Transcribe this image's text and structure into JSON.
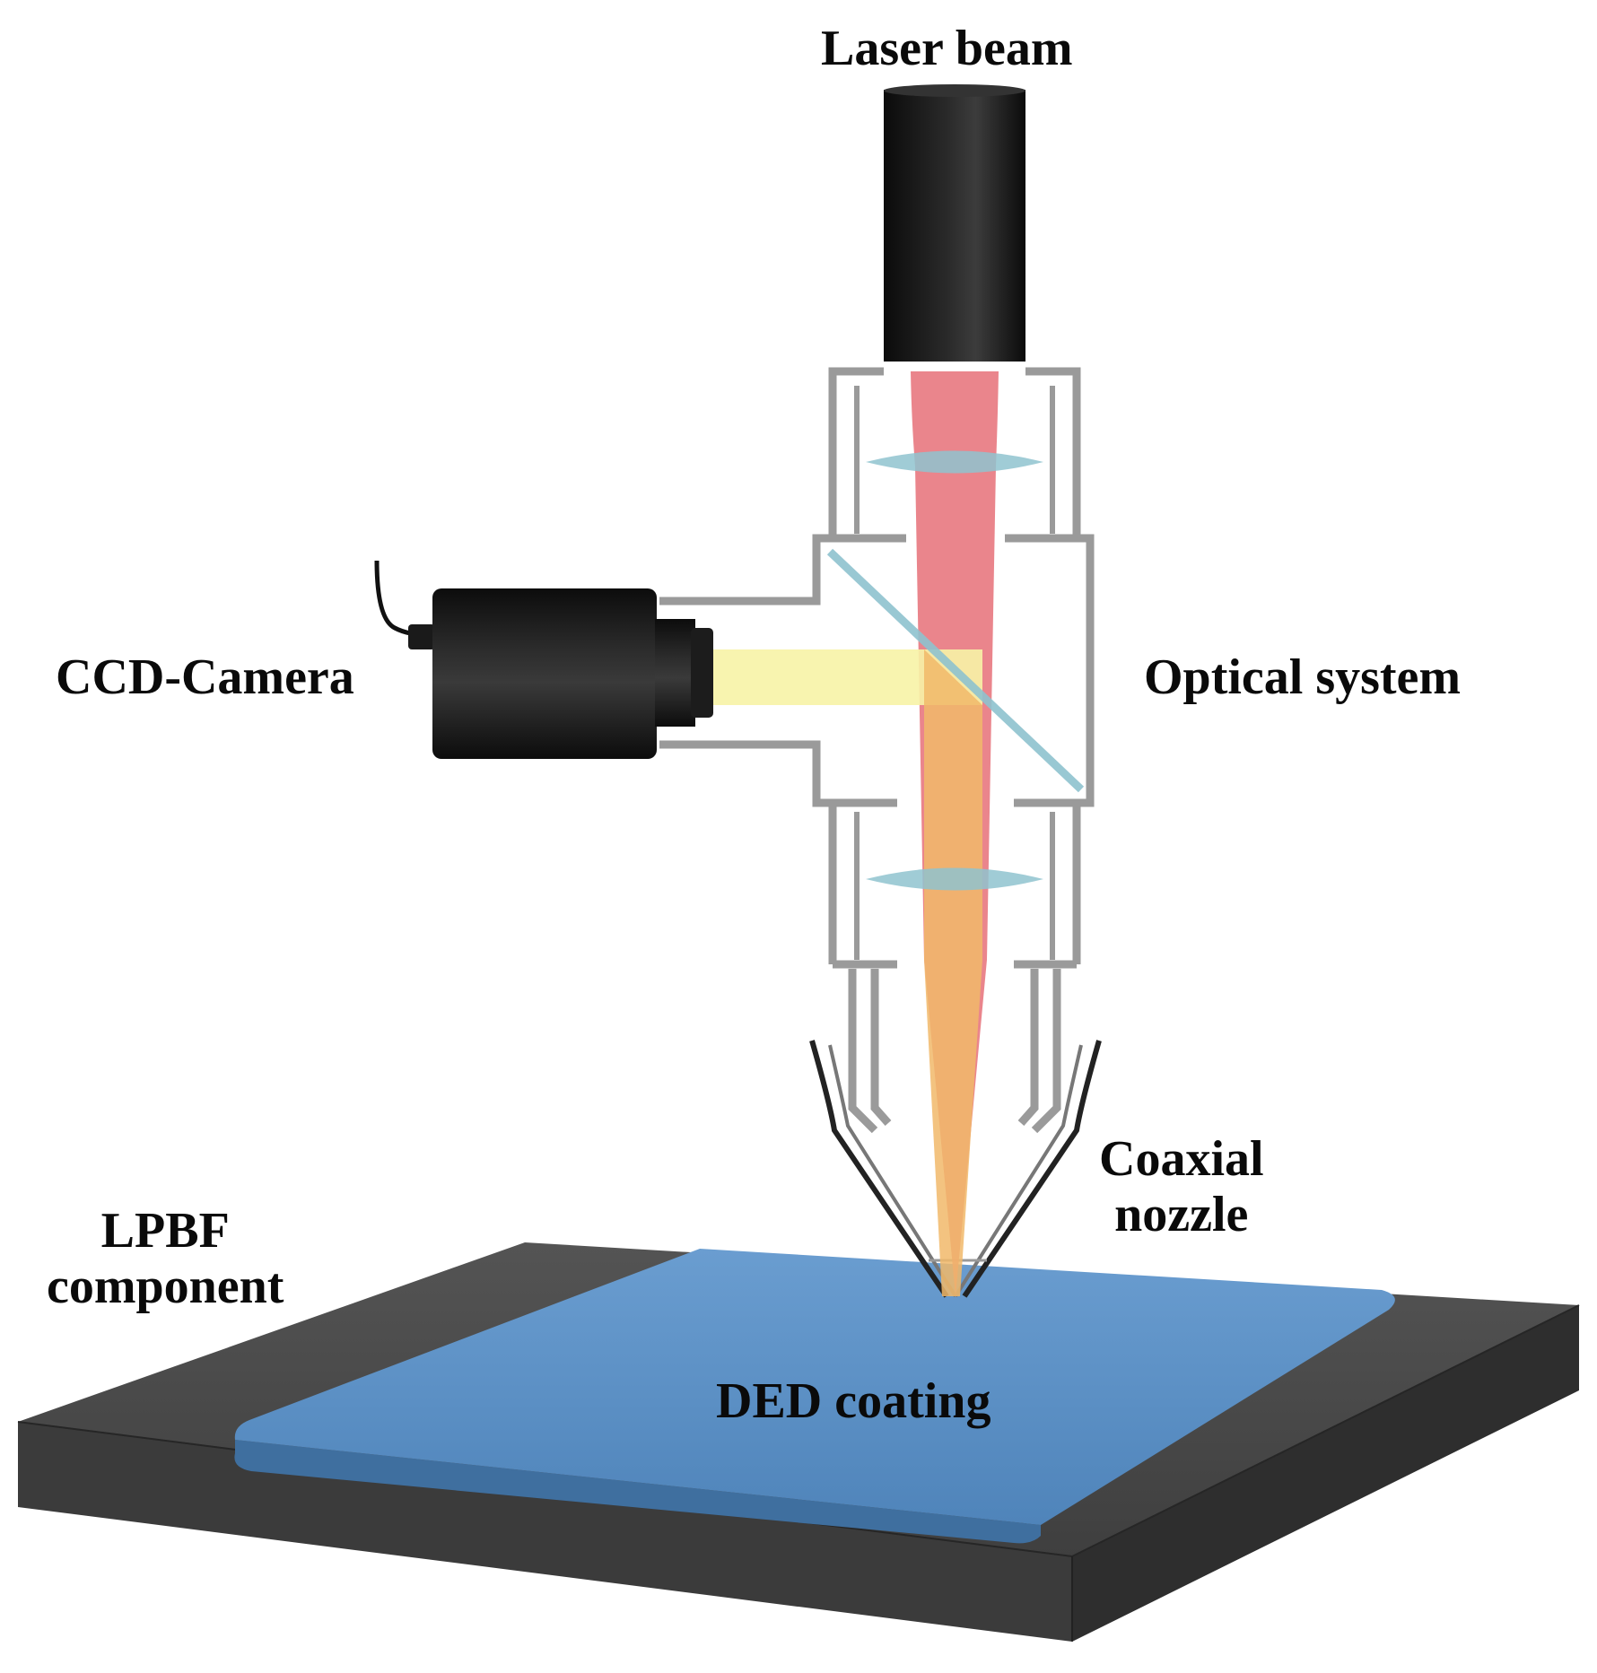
{
  "labels": {
    "laser_beam": "Laser beam",
    "ccd_camera": "CCD-Camera",
    "optical_system": "Optical system",
    "coaxial_nozzle_line1": "Coaxial",
    "coaxial_nozzle_line2": "nozzle",
    "lpbf_component_line1": "LPBF",
    "lpbf_component_line2": "component",
    "ded_coating": "DED coating"
  },
  "colors": {
    "laser_beam": "#e8787f",
    "camera_light": "#f7f3a6",
    "combined_beam": "#f1b86a",
    "housing_wall": "#9a9a9a",
    "lens": "#8fc3cf",
    "mirror": "#8fc3cf",
    "laser_head": "#111111",
    "camera_body": "#141414",
    "component_top": "#4e4e4e",
    "component_side": "#3a3a3a",
    "coating": "#5b8fc4"
  }
}
